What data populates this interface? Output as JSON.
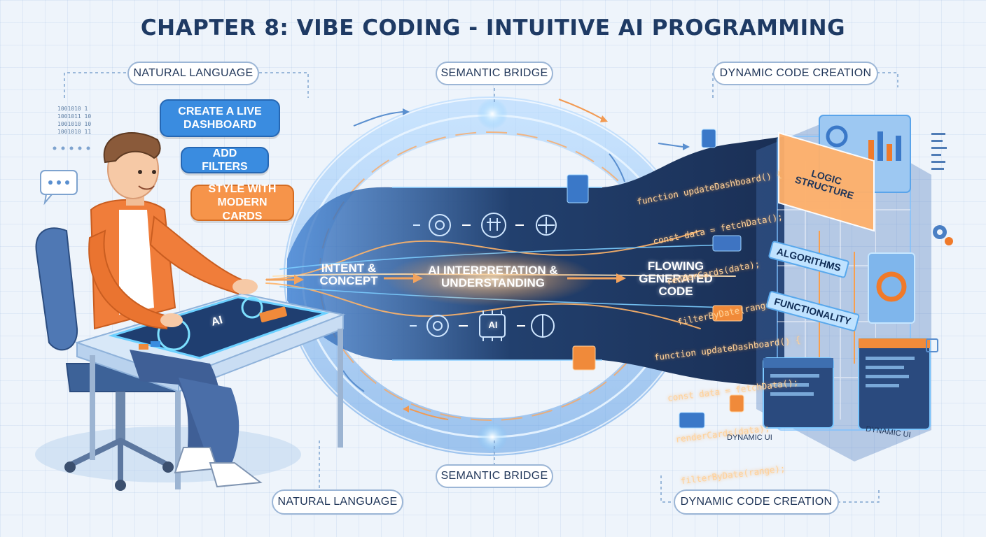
{
  "title": "CHAPTER 8: VIBE CODING - INTUITIVE AI PROGRAMMING",
  "labels": {
    "natural_language_top": "NATURAL LANGUAGE",
    "natural_language_bottom": "NATURAL LANGUAGE",
    "semantic_bridge_top": "SEMANTIC BRIDGE",
    "semantic_bridge_bottom": "SEMANTIC BRIDGE",
    "dynamic_code_top": "DYNAMIC CODE CREATION",
    "dynamic_code_bottom": "DYNAMIC CODE CREATION"
  },
  "prompts": {
    "p1": "CREATE A LIVE DASHBOARD",
    "p2": "ADD FILTERS",
    "p3": "STYLE WITH MODERN CARDS"
  },
  "flow": {
    "intent": "INTENT & CONCEPT",
    "ai": "AI INTERPRETATION & UNDERSTANDING",
    "flowing": "FLOWING GENERATED CODE"
  },
  "tablet_label": "AI",
  "ai_chip": "AI",
  "code_top": [
    "function updateDashboard() {",
    "const data = fetchData();",
    "renderCards(data);",
    "filterByDate(range);"
  ],
  "code_bottom": [
    "function updateDashboard() {",
    "const data = fetchData();",
    "renderCards(data);",
    "filterByDate(range);"
  ],
  "structure": {
    "logic": "LOGIC STRUCTURE",
    "algorithms": "ALGORITHMS",
    "functionality": "FUNCTIONALITY",
    "dynamic_ui_1": "DYNAMIC UI",
    "dynamic_ui_2": "DYNAMIC UI"
  },
  "binary": [
    "1001010 1",
    "1001011 10",
    "1001010 10",
    "1001010 11"
  ],
  "colors": {
    "title": "#1e3a64",
    "accent_blue": "#3a8ce0",
    "accent_orange": "#f6944a",
    "flow_dark": "#23406e"
  }
}
